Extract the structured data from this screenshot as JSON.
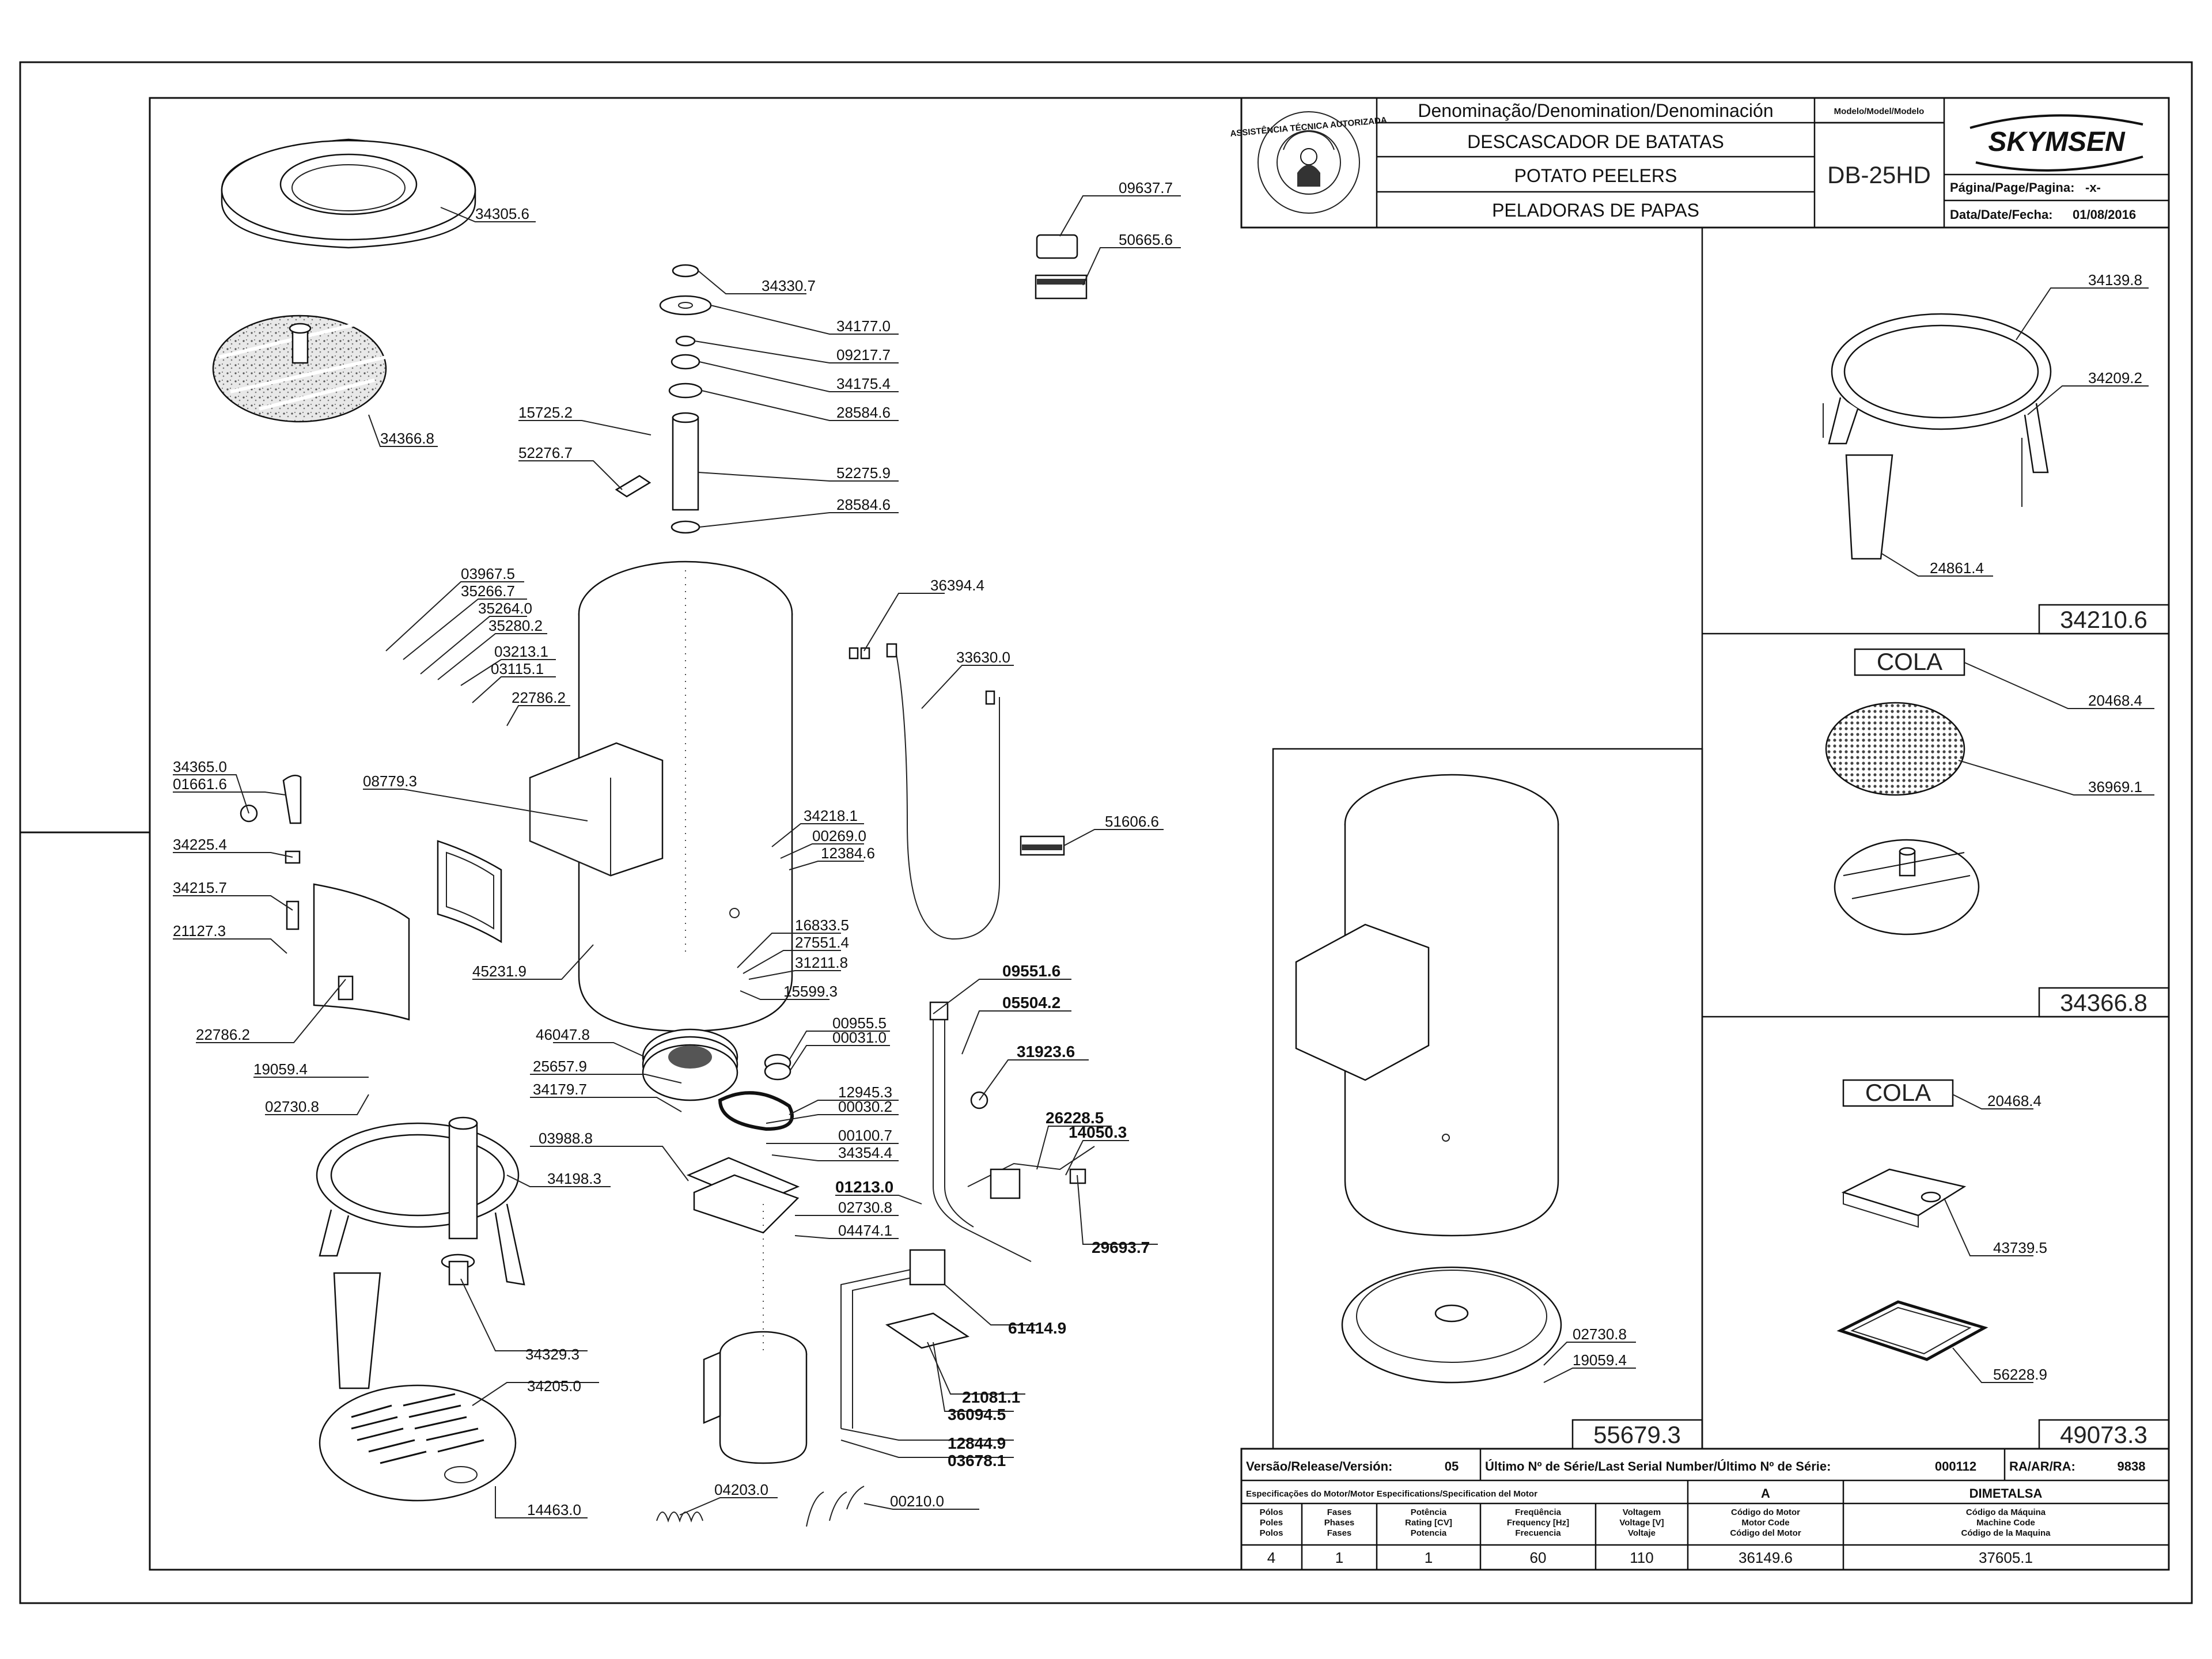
{
  "title_block": {
    "denomination_header": "Denominação/Denomination/Denominación",
    "name_pt": "DESCASCADOR DE BATATAS",
    "name_en": "POTATO PEELERS",
    "name_es": "PELADORAS DE PAPAS",
    "model_header": "Modelo/Model/Modelo",
    "model": "DB-25HD",
    "brand": "SKYMSEN",
    "page_label": "Página/Page/Pagina:",
    "page_value": "-x-",
    "date_label": "Data/Date/Fecha:",
    "date_value": "01/08/2016",
    "seal_text": "ASSISTÊNCIA TÉCNICA AUTORIZADA"
  },
  "release_row": {
    "version_label": "Versão/Release/Versión:",
    "version_value": "05",
    "serial_label": "Último Nº de Série/Last Serial Number/Último Nº de Série:",
    "serial_value": "000112",
    "ra_label": "RA/AR/RA:",
    "ra_value": "9838"
  },
  "motor_table": {
    "header": "Especificações do Motor/Motor Especifications/Specification del Motor",
    "supplier_code": "A",
    "supplier_name": "DIMETALSA",
    "columns": [
      {
        "l1": "Pólos",
        "l2": "Poles",
        "l3": "Polos",
        "value": "4"
      },
      {
        "l1": "Fases",
        "l2": "Phases",
        "l3": "Fases",
        "value": "1"
      },
      {
        "l1": "Potência",
        "l2": "Rating [CV]",
        "l3": "Potencia",
        "value": "1"
      },
      {
        "l1": "Freqüência",
        "l2": "Frequency [Hz]",
        "l3": "Frecuencia",
        "value": "60"
      },
      {
        "l1": "Voltagem",
        "l2": "Voltage [V]",
        "l3": "Voltaje",
        "value": "110"
      },
      {
        "l1": "Código do Motor",
        "l2": "Motor Code",
        "l3": "Código del Motor",
        "value": "36149.6"
      },
      {
        "l1": "Código da Máquina",
        "l2": "Machine Code",
        "l3": "Código de la Maquina",
        "value": "37605.1"
      }
    ]
  },
  "subassemblies": {
    "a1": "34210.6",
    "a2": "34366.8",
    "a3": "49073.3",
    "a4": "55679.3",
    "cola1": "COLA",
    "cola2": "COLA"
  },
  "callouts": {
    "p34305_6": "34305.6",
    "p34366_8": "34366.8",
    "p09637_7": "09637.7",
    "p50665_6": "50665.6",
    "p34330_7": "34330.7",
    "p34177_0": "34177.0",
    "p09217_7": "09217.7",
    "p34175_4": "34175.4",
    "p28584_6a": "28584.6",
    "p15725_2": "15725.2",
    "p52276_7": "52276.7",
    "p52275_9": "52275.9",
    "p28584_6b": "28584.6",
    "p03967_5": "03967.5",
    "p35266_7": "35266.7",
    "p35264_0": "35264.0",
    "p35280_2": "35280.2",
    "p03213_1": "03213.1",
    "p03115_1": "03115.1",
    "p22786_2a": "22786.2",
    "p36394_4": "36394.4",
    "p33630_0": "33630.0",
    "p34365_0": "34365.0",
    "p01661_6": "01661.6",
    "p08779_3": "08779.3",
    "p34218_1": "34218.1",
    "p00269_0": "00269.0",
    "p12384_6": "12384.6",
    "p51606_6": "51606.6",
    "p34225_4": "34225.4",
    "p34215_7": "34215.7",
    "p21127_3": "21127.3",
    "p16833_5": "16833.5",
    "p27551_4": "27551.4",
    "p31211_8": "31211.8",
    "p45231_9": "45231.9",
    "p15599_3": "15599.3",
    "p22786_2b": "22786.2",
    "p09551_6": "09551.6",
    "p05504_2": "05504.2",
    "p46047_8": "46047.8",
    "p00955_5": "00955.5",
    "p00031_0": "00031.0",
    "p19059_4a": "19059.4",
    "p25657_9": "25657.9",
    "p31923_6": "31923.6",
    "p02730_8a": "02730.8",
    "p34179_7": "34179.7",
    "p12945_3": "12945.3",
    "p00030_2": "00030.2",
    "p26228_5": "26228.5",
    "p14050_3": "14050.3",
    "p03988_8": "03988.8",
    "p00100_7": "00100.7",
    "p34354_4": "34354.4",
    "p34198_3": "34198.3",
    "p01213_0": "01213.0",
    "p02730_8b": "02730.8",
    "p04474_1": "04474.1",
    "p29693_7": "29693.7",
    "p61414_9": "61414.9",
    "p34329_3": "34329.3",
    "p21081_1": "21081.1",
    "p34205_0": "34205.0",
    "p36094_5": "36094.5",
    "p12844_9": "12844.9",
    "p03678_1": "03678.1",
    "p14463_0": "14463.0",
    "p04203_0": "04203.0",
    "p00210_0": "00210.0",
    "p34139_8": "34139.8",
    "p34209_2": "34209.2",
    "p24861_4": "24861.4",
    "p20468_4a": "20468.4",
    "p36969_1": "36969.1",
    "p20468_4b": "20468.4",
    "p43739_5": "43739.5",
    "p56228_9": "56228.9",
    "p02730_8c": "02730.8",
    "p19059_4b": "19059.4"
  }
}
